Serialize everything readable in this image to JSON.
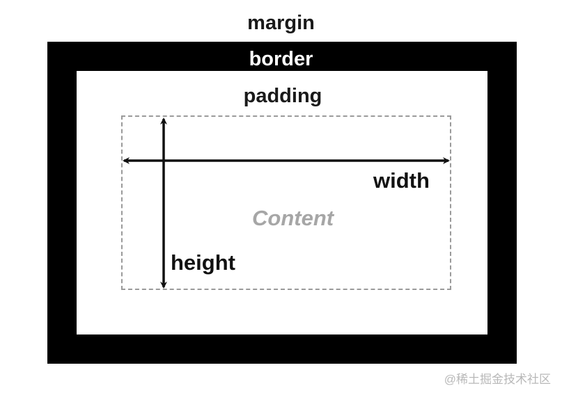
{
  "diagram": {
    "margin_label": "margin",
    "border_label": "border",
    "padding_label": "padding",
    "content_label": "Content",
    "width_label": "width",
    "height_label": "height"
  },
  "watermark": {
    "text": "@稀土掘金技术社区"
  },
  "colors": {
    "border": "#000000",
    "content_text": "#a6a6a6",
    "dashed_outline": "#9a9a9a",
    "arrow": "#111111"
  }
}
